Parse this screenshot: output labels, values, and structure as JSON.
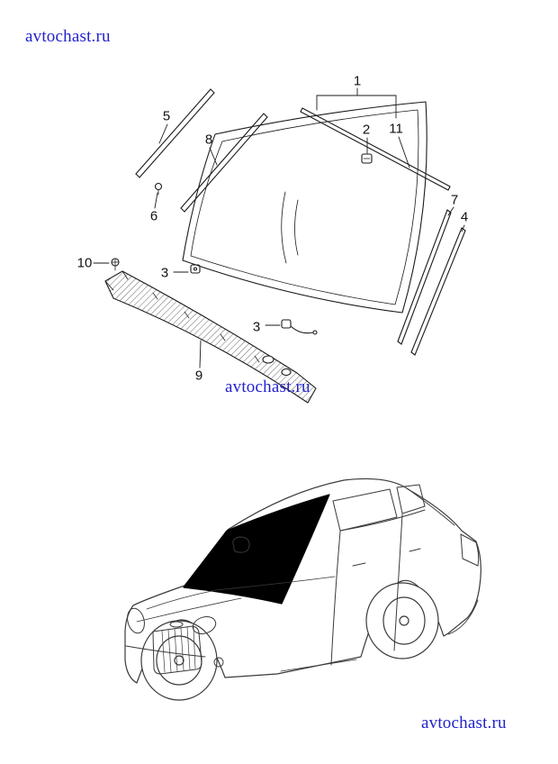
{
  "watermarks": {
    "top_left": "avtochast.ru",
    "center": "avtochast.ru",
    "bottom_right": "avtochast.ru"
  },
  "colors": {
    "watermark_blue": "#2222cc",
    "diagram_line": "#1a1a1a",
    "car_line": "#3a3a3a",
    "windshield_blackout": "#000000"
  },
  "parts_diagram": {
    "callouts": {
      "c1": "1",
      "c2": "2",
      "c11": "11",
      "c5": "5",
      "c8": "8",
      "c6": "6",
      "c7": "7",
      "c4": "4",
      "c10": "10",
      "c3a": "3",
      "c3b": "3",
      "c9": "9"
    }
  }
}
